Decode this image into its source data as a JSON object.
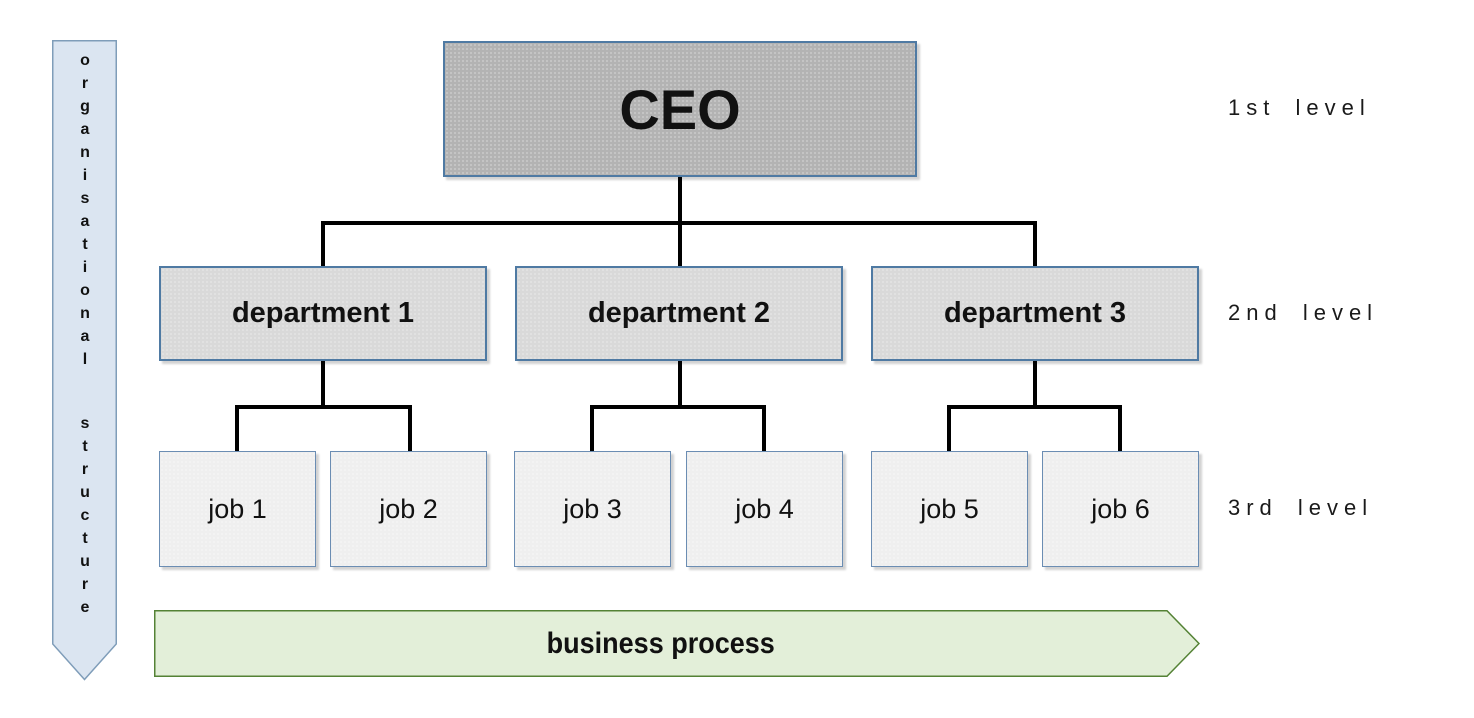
{
  "org_chart": {
    "ceo": {
      "label": "CEO"
    },
    "departments": [
      {
        "label": "department 1"
      },
      {
        "label": "department 2"
      },
      {
        "label": "department 3"
      }
    ],
    "jobs": [
      {
        "label": "job 1"
      },
      {
        "label": "job 2"
      },
      {
        "label": "job 3"
      },
      {
        "label": "job 4"
      },
      {
        "label": "job 5"
      },
      {
        "label": "job 6"
      }
    ],
    "level_labels": [
      {
        "label": "1st level"
      },
      {
        "label": "2nd level"
      },
      {
        "label": "3rd level"
      }
    ],
    "org_structure_arrow": {
      "label": "organisational structure"
    },
    "business_process_arrow": {
      "label": "business process"
    },
    "colors": {
      "ceo_fill": "#b3b3b3",
      "department_fill": "#d9d9d9",
      "job_fill": "#efefef",
      "box_border": "#4f7aa3",
      "org_arrow_fill": "#dbe5f1",
      "org_arrow_border": "#7f9db9",
      "process_arrow_fill": "#e3efd9",
      "process_arrow_border": "#548235",
      "connector": "#000000"
    }
  }
}
